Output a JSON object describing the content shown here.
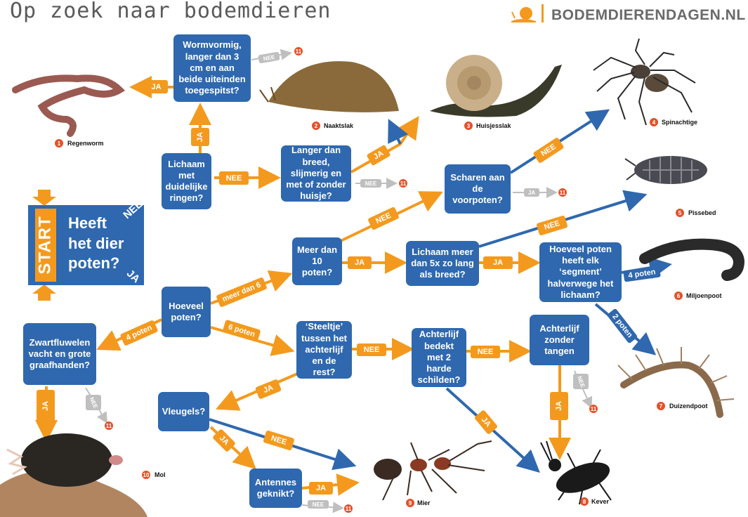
{
  "header": {
    "title": "Op zoek naar bodemdieren",
    "brand": "BODEMDIERENDAGEN.NL"
  },
  "start": {
    "label": "START",
    "question_lines": [
      "Heeft",
      "het dier",
      "poten?"
    ],
    "nee": "NEE",
    "ja": "JA"
  },
  "questions": {
    "wormvormig": "Wormvormig, langer dan 3 cm en aan beide uiteinden toegespitst?",
    "ringen": "Lichaam met duidelijke ringen?",
    "slijmerig": "Langer dan breed, slijmerig en met of zonder huisje?",
    "scharen": "Scharen aan de voorpoten?",
    "meer_dan_10": "Meer dan 10 poten?",
    "lang_als_breed": "Lichaam meer dan 5x zo lang als breed?",
    "segment": "Hoeveel poten heeft elk ‘segment’ halverwege het lichaam?",
    "hoeveel_poten": "Hoeveel poten?",
    "zwartfluwelen": "Zwartfluwelen vacht en grote graafhanden?",
    "steeltje": "‘Steeltje’ tussen het achterlijf en de rest?",
    "harde_schilden": "Achterlijf bedekt met 2 harde schilden?",
    "zonder_tangen": "Achterlijf zonder tangen",
    "vleugels": "Vleugels?",
    "antennes": "Antennes geknikt?"
  },
  "edge_labels": {
    "ja": "JA",
    "nee": "NEE",
    "meer_dan_6": "meer dan 6",
    "vier_poten": "4 poten",
    "zes_poten": "6 poten",
    "twee_poten": "2 poten"
  },
  "animals": [
    {
      "number": "1",
      "name": "Regenworm"
    },
    {
      "number": "2",
      "name": "Naaktslak"
    },
    {
      "number": "3",
      "name": "Huisjesslak"
    },
    {
      "number": "4",
      "name": "Spinachtige"
    },
    {
      "number": "5",
      "name": "Pissebed"
    },
    {
      "number": "6",
      "name": "Miljoenpoot"
    },
    {
      "number": "7",
      "name": "Duizendpoot"
    },
    {
      "number": "8",
      "name": "Kever"
    },
    {
      "number": "9",
      "name": "Mier"
    },
    {
      "number": "10",
      "name": "Mol"
    }
  ],
  "other_ref": "11",
  "colors": {
    "box_blue": "#2f68ae",
    "arrow_orange": "#f39a1e",
    "badge_red": "#e3522a",
    "grey_tag": "#bfbfbf"
  }
}
